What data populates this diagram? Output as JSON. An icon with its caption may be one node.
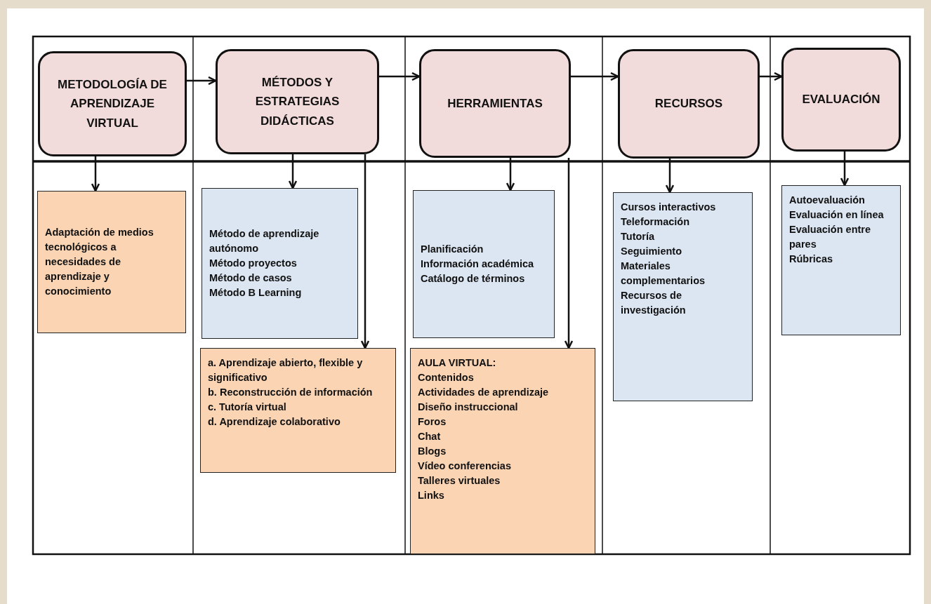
{
  "diagram": {
    "nodes": [
      {
        "text": [
          "METODOLOGÍA DE APRENDIZAJE VIRTUAL"
        ]
      },
      {
        "text": [
          "MÉTODOS Y ESTRATEGIAS DIDÁCTICAS"
        ]
      },
      {
        "text": [
          "HERRAMIENTAS"
        ]
      },
      {
        "text": [
          "RECURSOS"
        ]
      },
      {
        "text": [
          "EVALUACIÓN"
        ]
      },
      {
        "text": [
          "Adaptación de medios tecnológicos a necesidades de aprendizaje y conocimiento"
        ]
      },
      {
        "text": [
          "Método de aprendizaje autónomo",
          "Método proyectos",
          "Método de casos",
          "Método B Learning"
        ]
      },
      {
        "text": [
          "a. Aprendizaje abierto, flexible y significativo",
          "b. Reconstrucción de información",
          "c. Tutoría virtual",
          "d. Aprendizaje colaborativo"
        ]
      },
      {
        "text": [
          "Planificación",
          "Información académica",
          "Catálogo de términos"
        ]
      },
      {
        "text": [
          "AULA VIRTUAL:",
          "Contenidos",
          "Actividades de aprendizaje",
          "Diseño instruccional",
          "Foros",
          "Chat",
          "Blogs",
          "Vídeo conferencias",
          "Talleres virtuales",
          "Links"
        ]
      },
      {
        "text": [
          "Cursos interactivos",
          "Teleformación",
          "Tutoría",
          "Seguimiento",
          "Materiales complementarios",
          "Recursos de investigación"
        ]
      },
      {
        "text": [
          "Autoevaluación",
          "Evaluación en línea",
          "Evaluación entre pares",
          "Rúbricas"
        ]
      }
    ],
    "edges": [
      {
        "from": 0,
        "to": 1,
        "arrow": "to"
      },
      {
        "from": 1,
        "to": 2,
        "arrow": "to"
      },
      {
        "from": 2,
        "to": 3,
        "arrow": "to"
      },
      {
        "from": 3,
        "to": 4,
        "arrow": "to"
      },
      {
        "from": 0,
        "to": 5,
        "arrow": "to"
      },
      {
        "from": 1,
        "to": 6,
        "arrow": "to"
      },
      {
        "from": 1,
        "to": 7,
        "arrow": "to"
      },
      {
        "from": 2,
        "to": 8,
        "arrow": "to"
      },
      {
        "from": 2,
        "to": 9,
        "arrow": "to"
      },
      {
        "from": 3,
        "to": 10,
        "arrow": "to"
      },
      {
        "from": 4,
        "to": 11,
        "arrow": "to"
      }
    ]
  }
}
